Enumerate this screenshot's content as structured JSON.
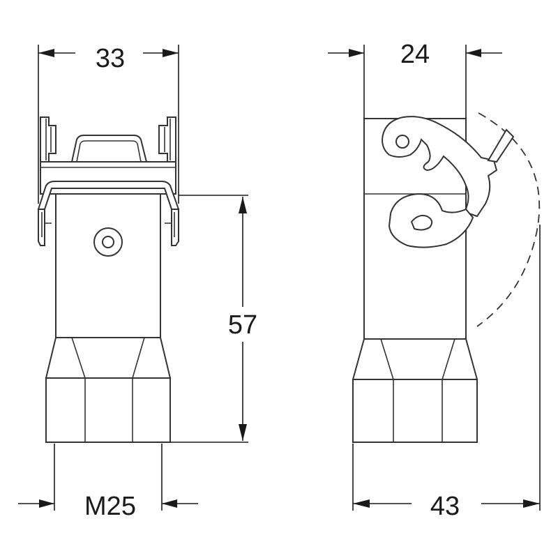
{
  "dimensions": {
    "front_width": "33",
    "front_height": "57",
    "thread": "M25",
    "side_top": "24",
    "side_bottom": "43"
  },
  "colors": {
    "line": "#333333",
    "fill": "#ffffff"
  }
}
